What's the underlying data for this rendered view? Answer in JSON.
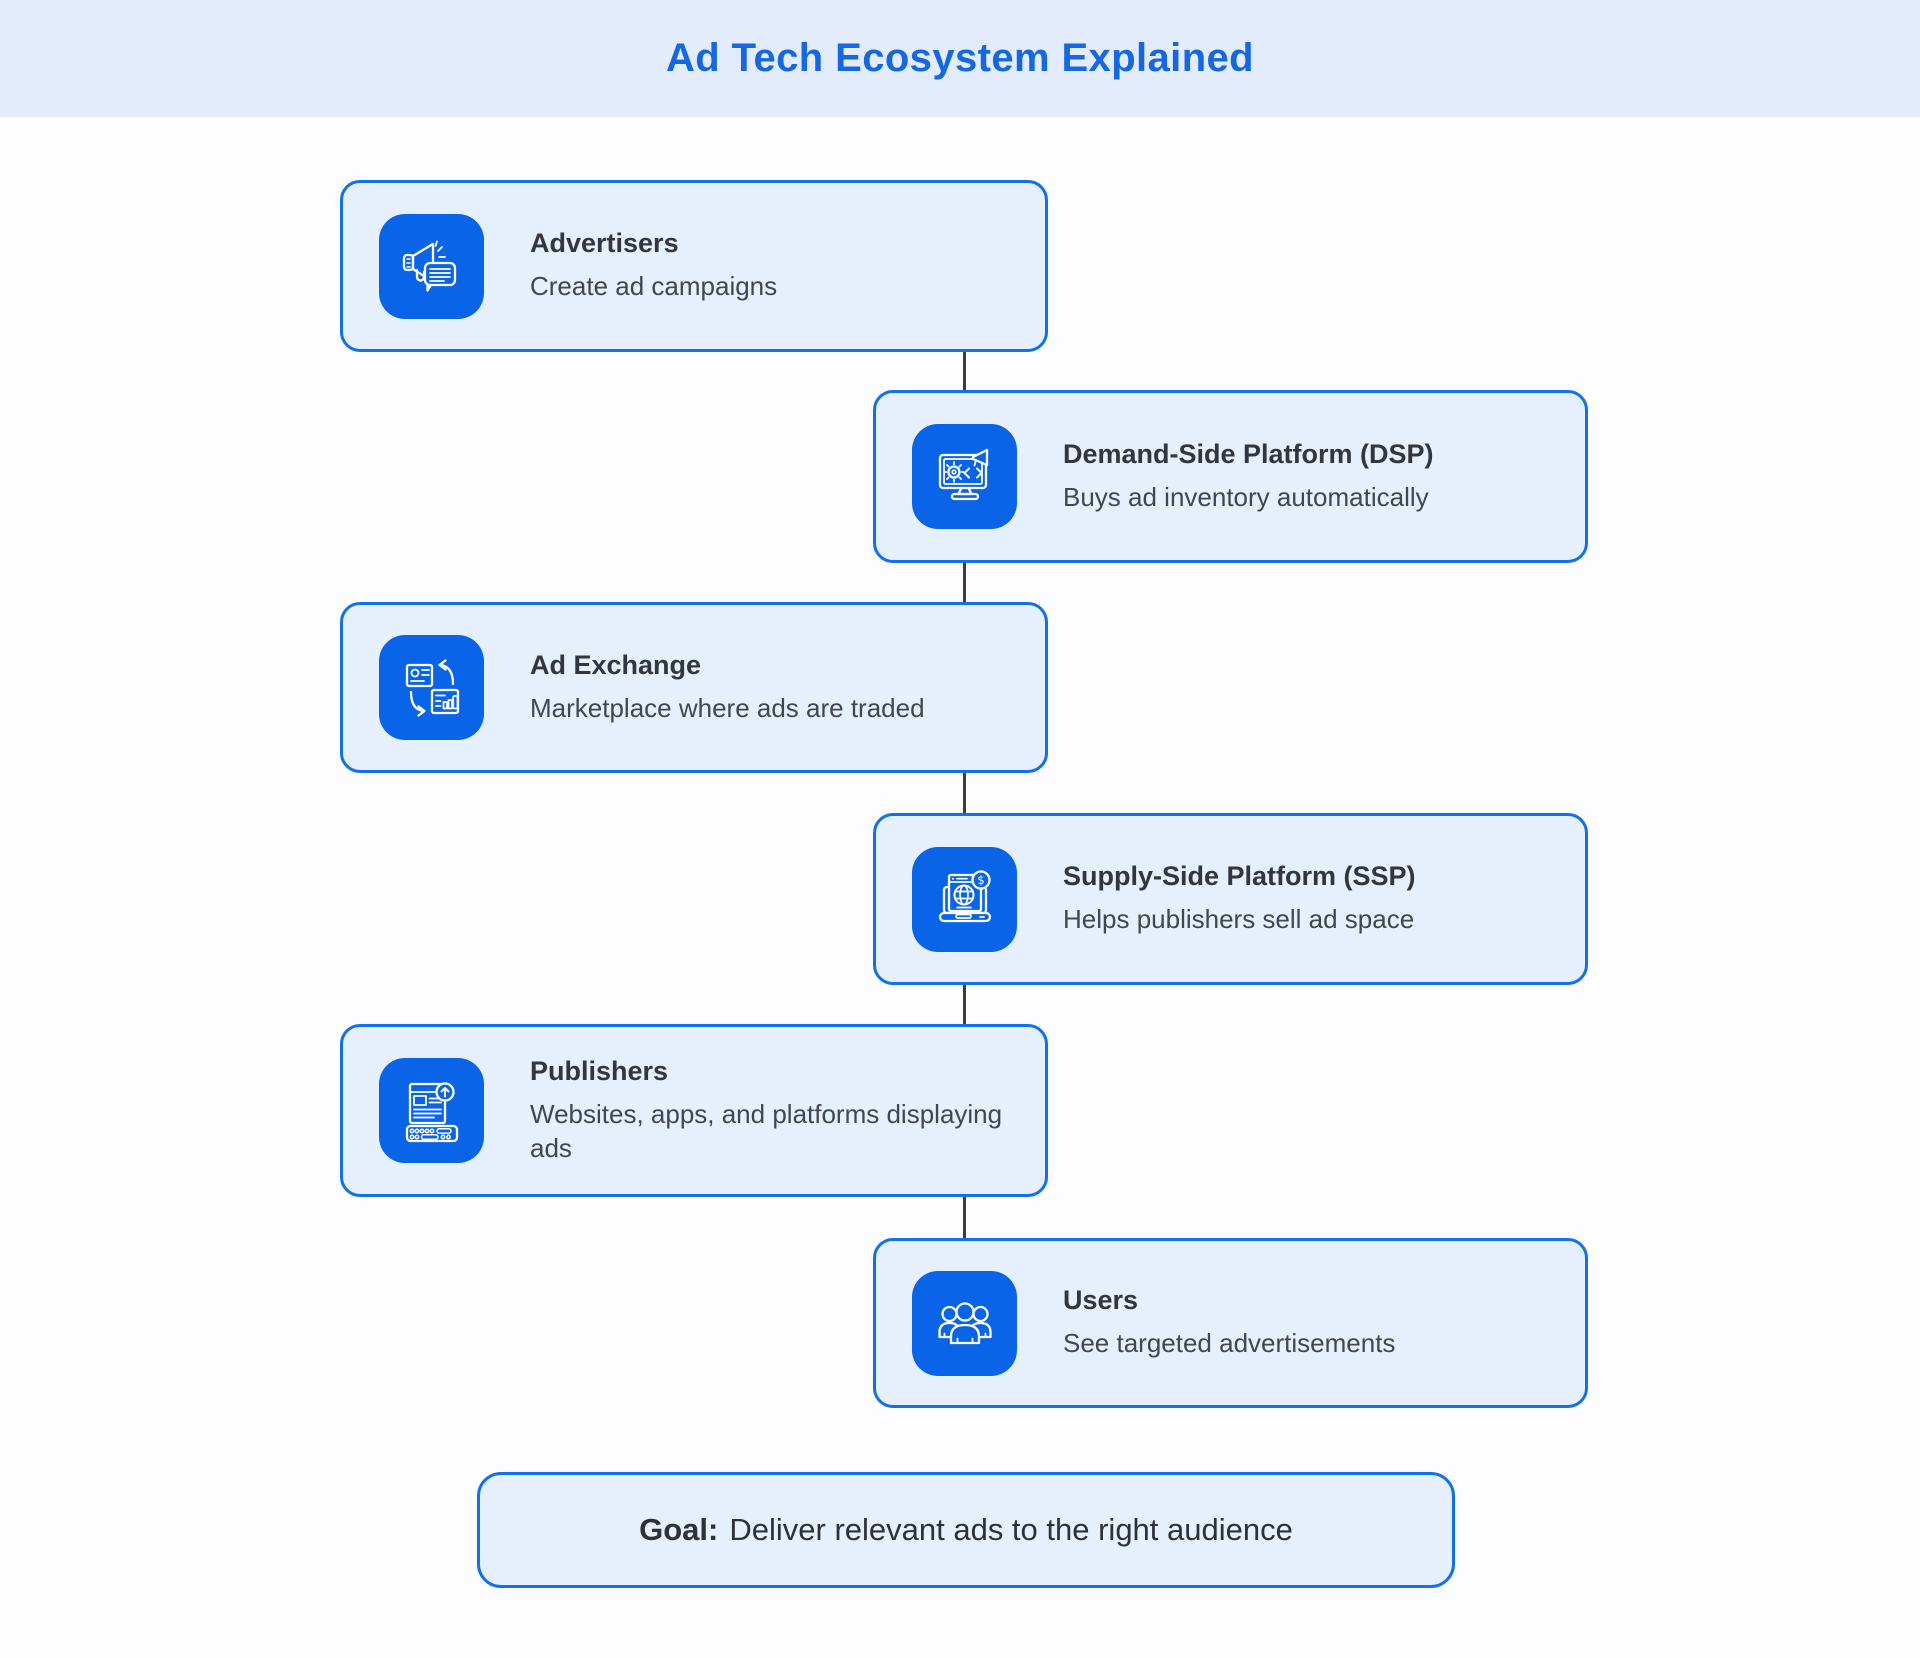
{
  "header": {
    "title": "Ad Tech Ecosystem Explained"
  },
  "nodes": [
    {
      "title": "Advertisers",
      "description": "Create ad campaigns",
      "icon": "megaphone-announcement-icon"
    },
    {
      "title": "Demand-Side Platform (DSP)",
      "description": "Buys ad inventory automatically",
      "icon": "monitor-gear-code-icon"
    },
    {
      "title": "Ad Exchange",
      "description": "Marketplace where ads are traded",
      "icon": "exchange-swap-arrows-icon"
    },
    {
      "title": "Supply-Side Platform (SSP)",
      "description": "Helps publishers sell ad space",
      "icon": "laptop-globe-dollar-icon"
    },
    {
      "title": "Publishers",
      "description": "Websites, apps, and platforms displaying ads",
      "icon": "webpage-keyboard-upload-icon"
    },
    {
      "title": "Users",
      "description": "See targeted advertisements",
      "icon": "people-group-icon"
    }
  ],
  "goal": {
    "label": "Goal:",
    "text": "Deliver relevant ads to the right audience"
  },
  "colors": {
    "accent_border": "#1271E8",
    "icon_tile": "#0A64E8",
    "card_fill": "#E6EFFC",
    "header_fill": "#E2ECFC",
    "header_text": "#1667E2",
    "connector": "#3A3E42"
  }
}
